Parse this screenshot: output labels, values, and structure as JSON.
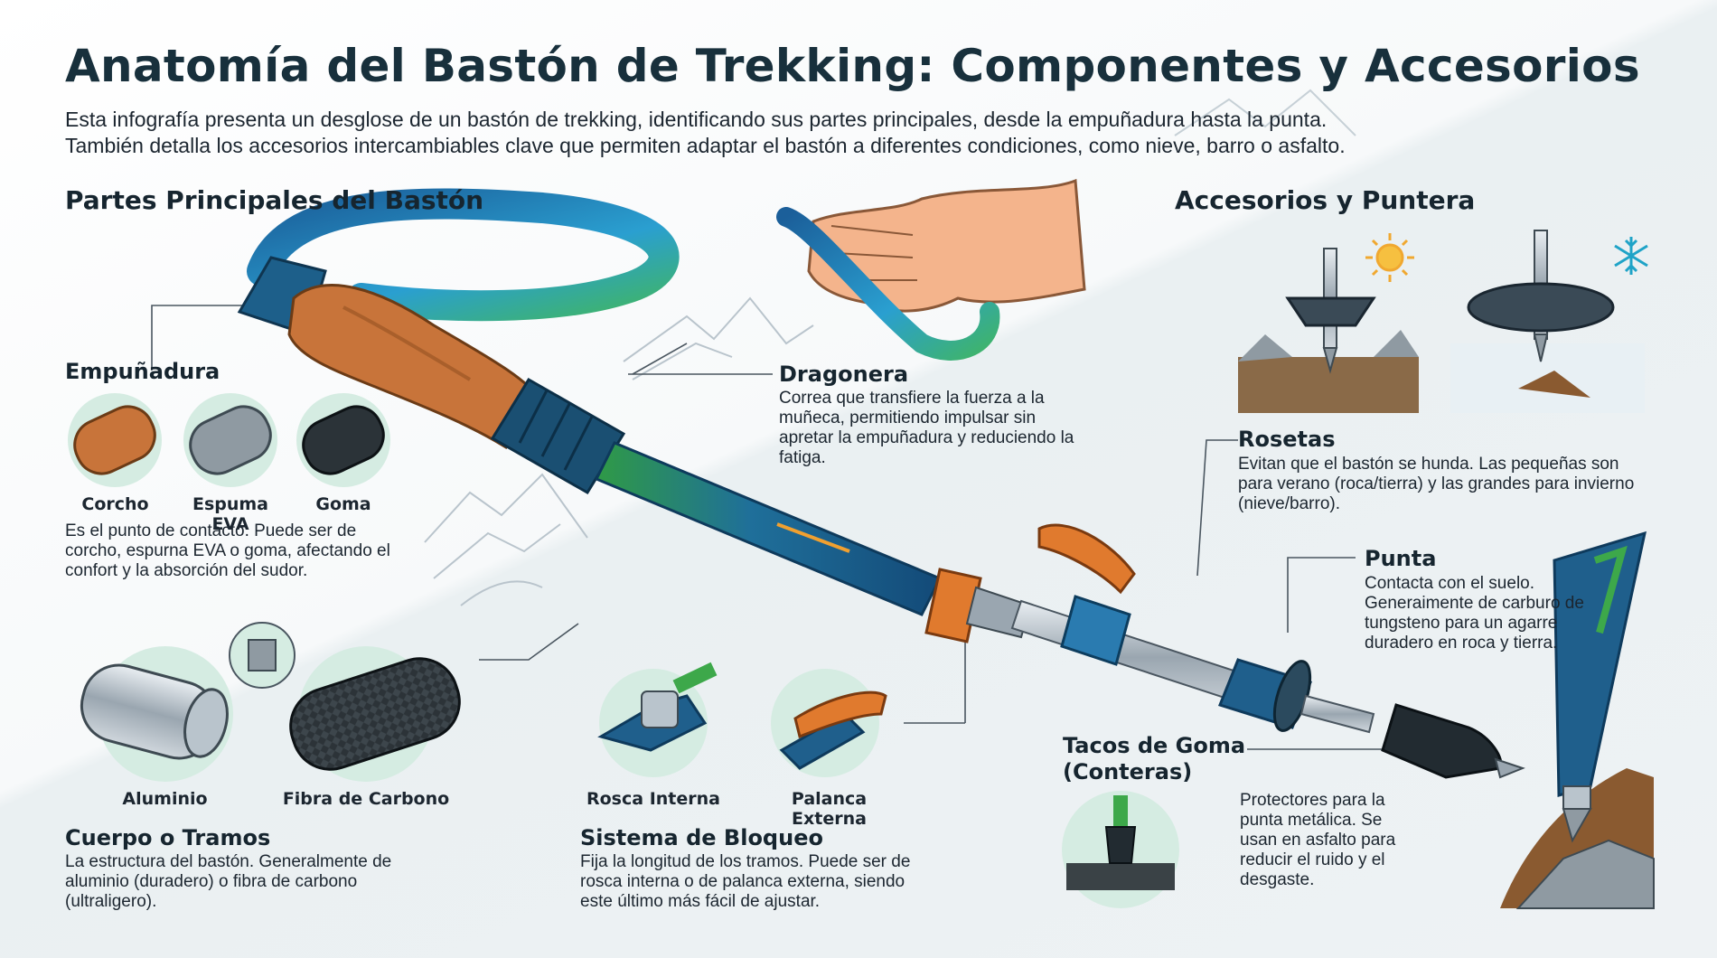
{
  "title": "Anatomía del Bastón de Trekking: Componentes y Accesorios",
  "intro": {
    "line1": "Esta infografía presenta un desglose de un bastón de trekking, identificando sus partes principales, desde la empuñadura hasta la punta.",
    "line2": "También detalla los accesorios intercambiables clave que permiten adaptar el bastón a diferentes condiciones, como nieve, barro o asfalto."
  },
  "sections": {
    "main_parts": "Partes Principales del Bastón",
    "accessories": "Accesorios y Puntera"
  },
  "grip": {
    "title": "Empuñadura",
    "materials": [
      "Corcho",
      "Espuma EVA",
      "Goma"
    ],
    "description": "Es el punto de contacto. Puede ser de corcho, espurna EVA o goma, afectando el confort y la absorción del sudor."
  },
  "strap": {
    "title": "Dragonera",
    "description": "Correa que transfiere la fuerza a la muñeca, permitiendo impulsar sin apretar la empuñadura y reduciendo la fatiga."
  },
  "body": {
    "title": "Cuerpo o Tramos",
    "materials": [
      "Aluminio",
      "Fibra de Carbono"
    ],
    "description": "La estructura del bastón. Generalmente de aluminio (duradero) o fibra de carbono (ultraligero)."
  },
  "lock": {
    "title": "Sistema de Bloqueo",
    "types": [
      "Rosca Interna",
      "Palanca Externa"
    ],
    "description": "Fija la longitud de los tramos. Puede ser de rosca interna o de palanca externa, siendo este último más fácil de ajustar."
  },
  "baskets": {
    "title": "Rosetas",
    "description": "Evitan que el bastón se hunda. Las pequeñas son para verano (roca/tierra) y las grandes para invierno (nieve/barro)."
  },
  "tip": {
    "title": "Punta",
    "description": "Contacta con el suelo. Generaimente de carburo de tungsteno para un agarre duradero en roca y tierra."
  },
  "rubber": {
    "title": "Tacos de Goma (Conteras)",
    "description": "Protectores para la punta metálica. Se usan en asfalto para reducir el ruido y el desgaste."
  },
  "icons": [
    "sun-icon",
    "snowflake-icon"
  ],
  "colors": {
    "cork": "#c8743a",
    "shaft_blue": "#1f5f8c",
    "shaft_green": "#3da84a",
    "lever_orange": "#e07a2e",
    "circle_bg": "#d5ece2",
    "title_color": "#18303c"
  }
}
